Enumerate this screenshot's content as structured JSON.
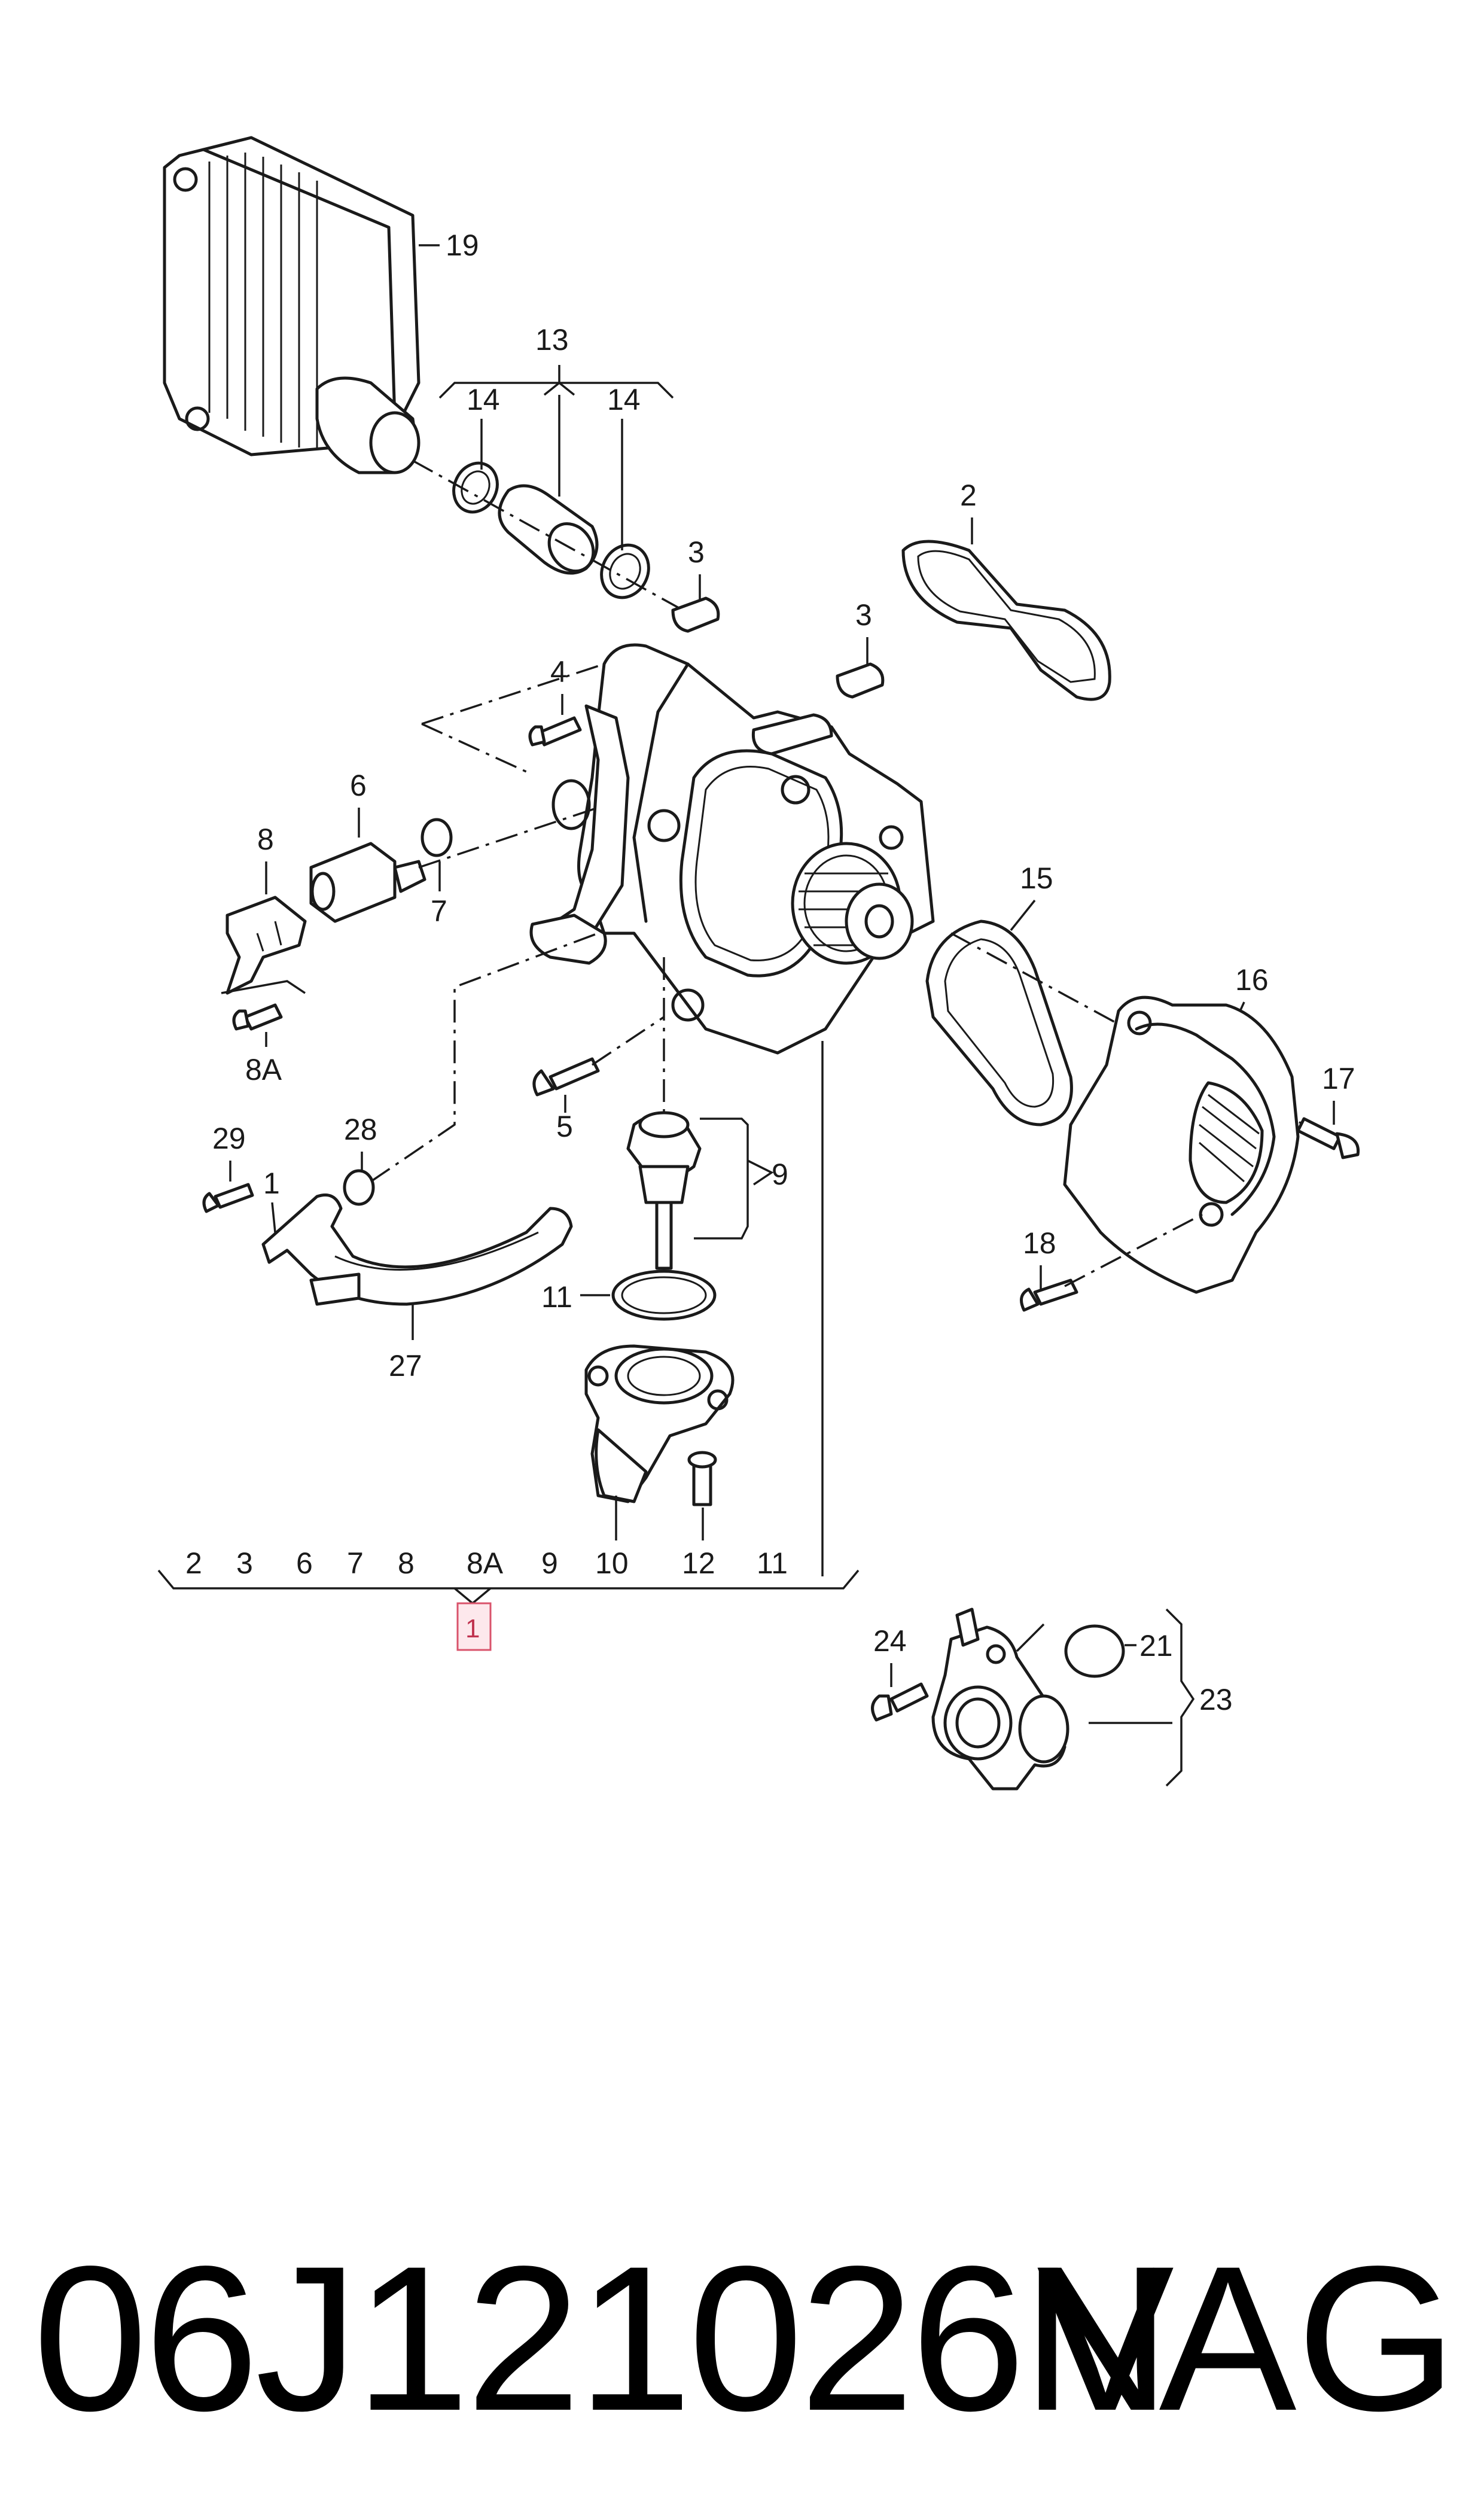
{
  "footer": {
    "part_number": "06J121026N",
    "brand": "VAG"
  },
  "callouts": {
    "c19": "19",
    "c13": "13",
    "c14a": "14",
    "c14b": "14",
    "c2": "2",
    "c3a": "3",
    "c3b": "3",
    "c4": "4",
    "c6": "6",
    "c7": "7",
    "c8": "8",
    "c8a": "8A",
    "c15": "15",
    "c16": "16",
    "c17": "17",
    "c5": "5",
    "c9": "9",
    "c29": "29",
    "c28": "28",
    "c1": "1",
    "c11": "11",
    "c18": "18",
    "c27": "27",
    "c24": "24",
    "c21": "21",
    "c23": "23"
  },
  "assembly_row": [
    "2",
    "3",
    "6",
    "7",
    "8",
    "8A",
    "9",
    "10",
    "12",
    "11"
  ],
  "highlight_label": "1"
}
